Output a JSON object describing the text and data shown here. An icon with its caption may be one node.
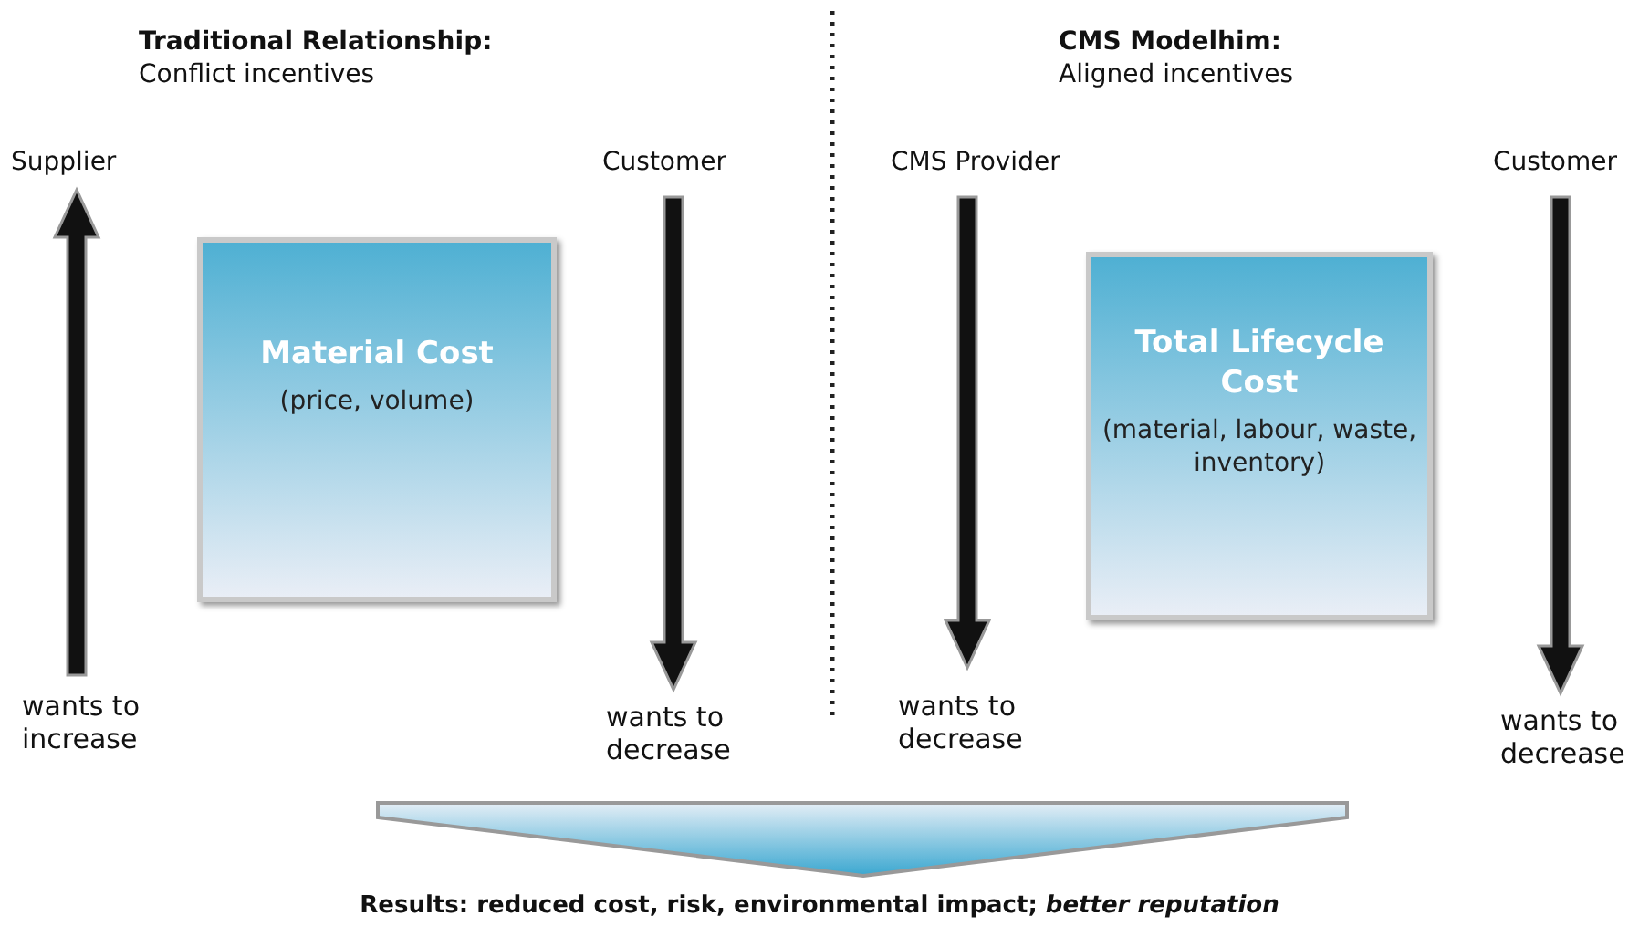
{
  "diagram": {
    "nodes": [
      {
        "text": [
          "Material Cost",
          "(price, volume)"
        ]
      },
      {
        "text": [
          "Total Lifecycle Cost",
          "(material, labour, waste, inventory)"
        ]
      },
      {
        "text": [],
        "shape": "triangle",
        "beside": [
          "Results: reduced cost, risk, environmental impact; *better reputation*"
        ]
      }
    ],
    "edges": [],
    "labels": [
      "Traditional Relationship:",
      "Conflict incentives",
      "CMS Modelhim:",
      "Aligned incentives",
      "Supplier",
      "Customer",
      "CMS Provider",
      "Customer",
      "wants to increase",
      "wants to decrease",
      "wants to decrease",
      "wants to decrease"
    ]
  }
}
